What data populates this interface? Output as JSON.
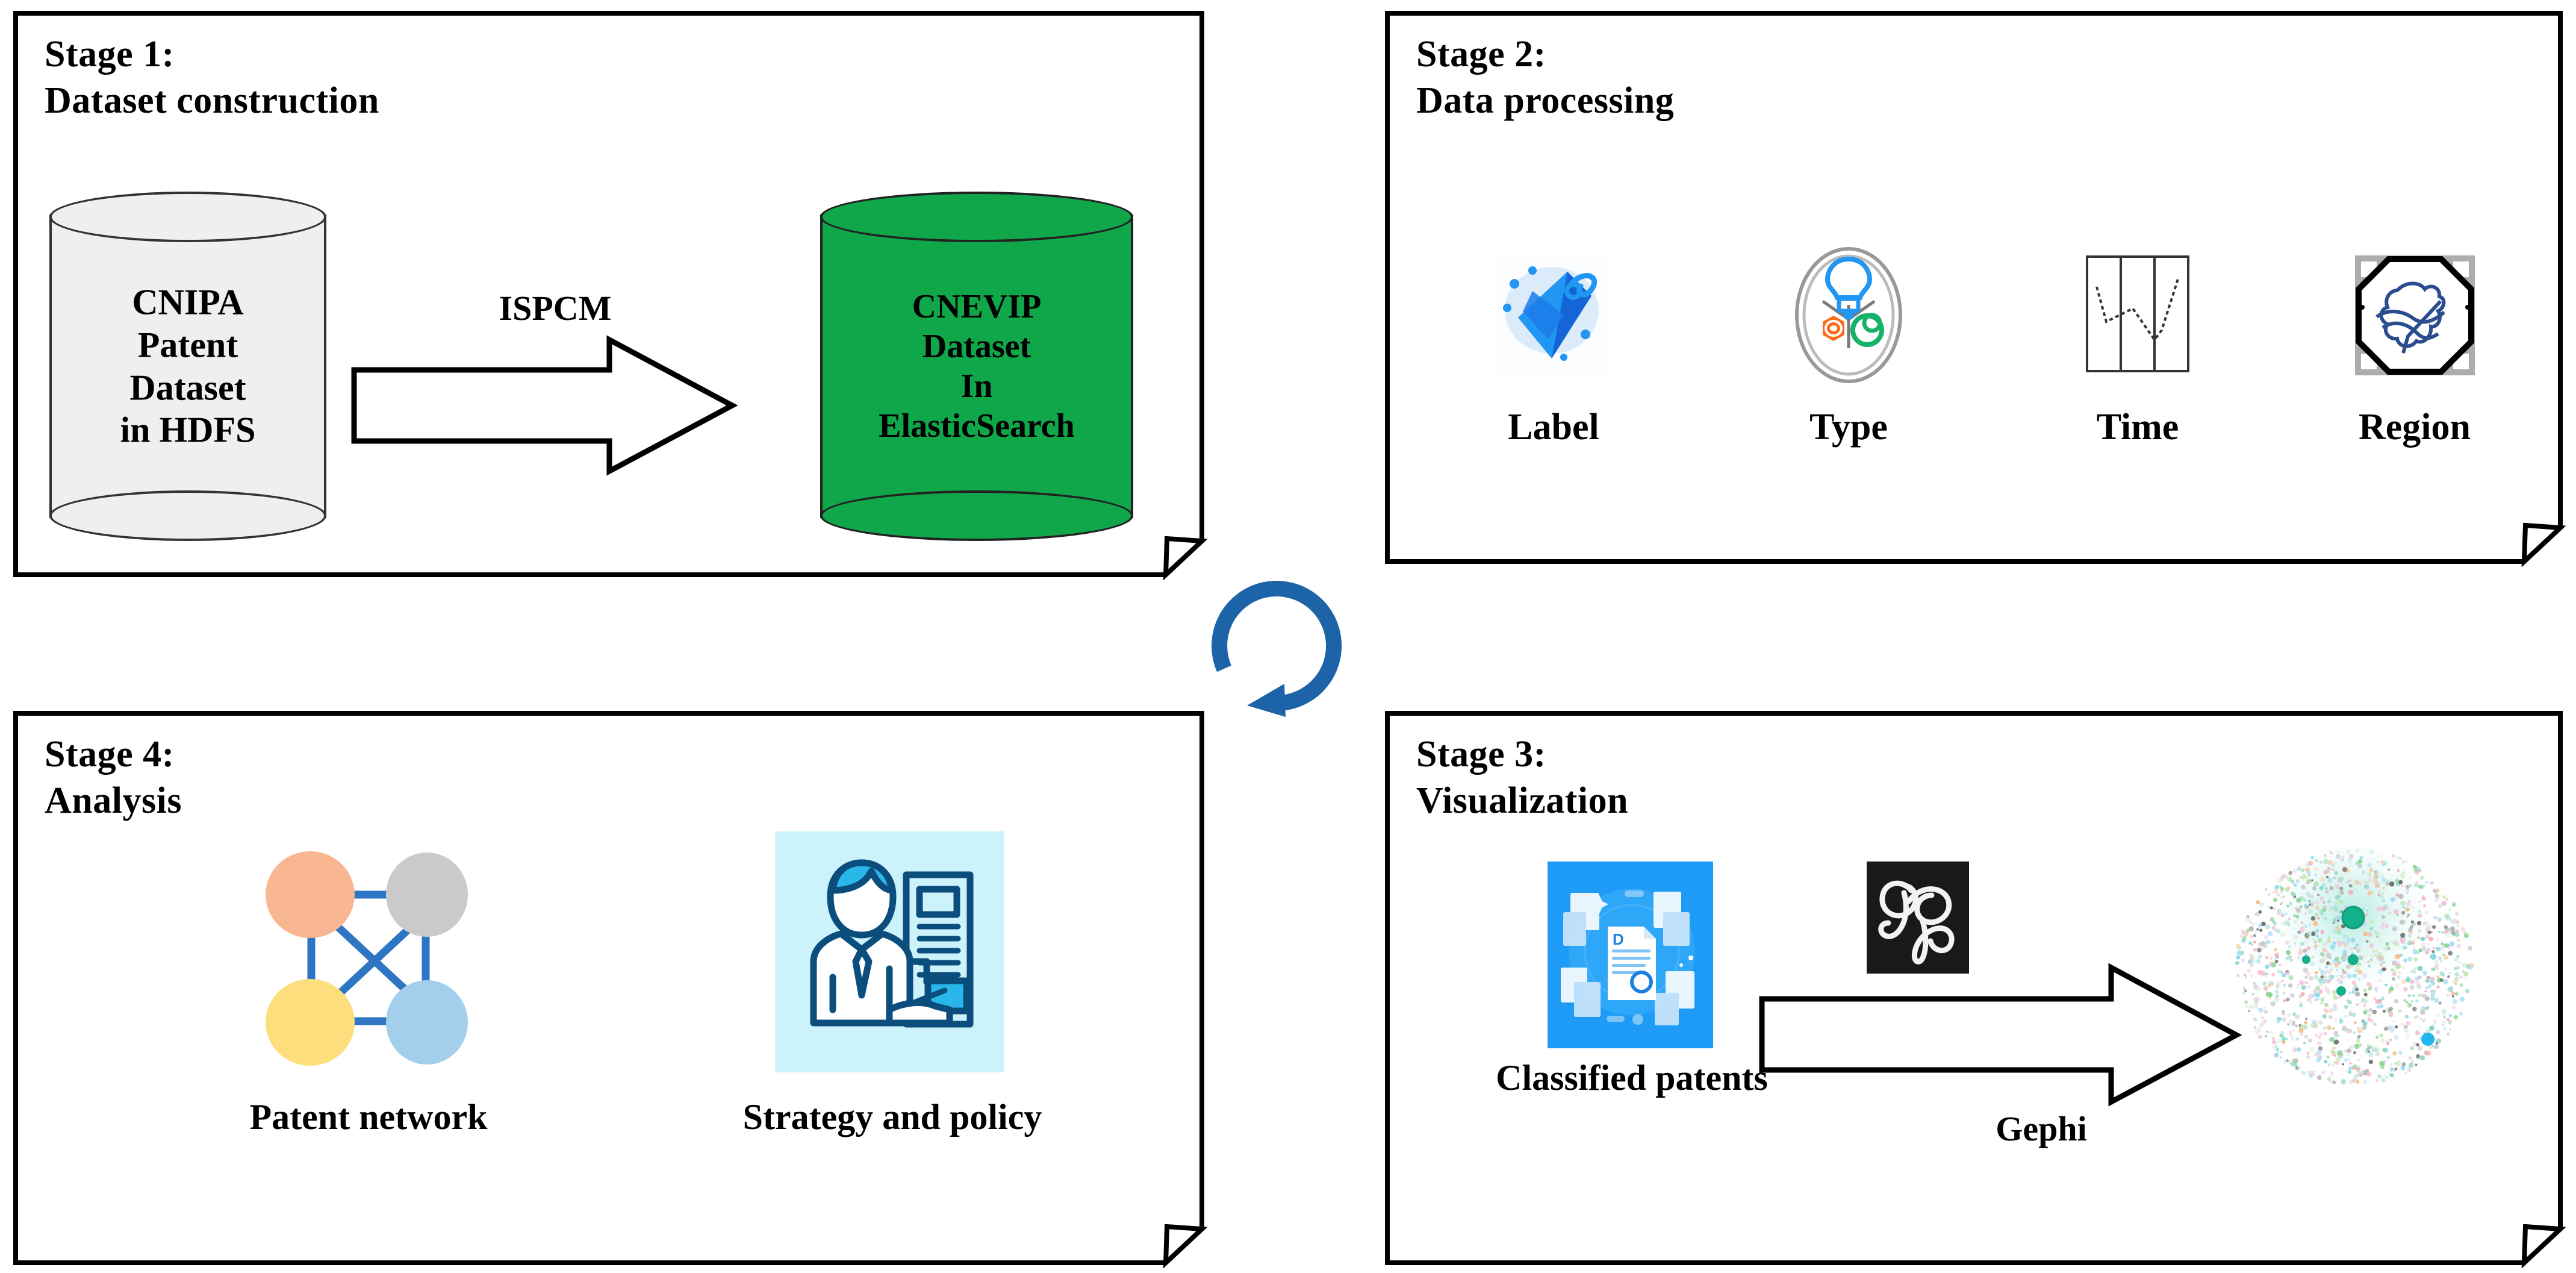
{
  "figure": {
    "type": "four-stage-pipeline-diagram",
    "background": "#ffffff",
    "accent_blue": "#1C63A8",
    "cylinder_green": "#10A64A",
    "cylinder_gray": "#EFEFEF"
  },
  "stages": [
    {
      "id": "stage1",
      "title": "Stage 1:\nDataset construction",
      "source_db": "CNIPA\nPatent\nDataset\nin HDFS",
      "target_db": "CNEVIP\nDataset\nIn\nElasticSearch",
      "arrow_label": "ISPCM",
      "source_color": "#EFEFEF",
      "target_color": "#10A64A"
    },
    {
      "id": "stage2",
      "title": "Stage 2:\nData processing",
      "facets": [
        {
          "icon": "price-tag-icon",
          "label": "Label"
        },
        {
          "icon": "lightbulb-type-icon",
          "label": "Type"
        },
        {
          "icon": "timeline-chart-icon",
          "label": "Time"
        },
        {
          "icon": "region-map-icon",
          "label": "Region"
        }
      ]
    },
    {
      "id": "stage3",
      "title": "Stage 3:\nVisualization",
      "input_caption": "Classified patents",
      "tool_label": "Gephi",
      "tool_logo_glyph": "G",
      "arrow_label": "Gephi",
      "output_icon": "network-graph-icon"
    },
    {
      "id": "stage4",
      "title": "Stage 4:\nAnalysis",
      "items": [
        {
          "icon": "patent-network-icon",
          "label": "Patent network"
        },
        {
          "icon": "strategy-policy-icon",
          "label": "Strategy and policy"
        }
      ],
      "network_node_colors": [
        "#F9B791",
        "#CACACA",
        "#FCDF7C",
        "#A3CEEC"
      ],
      "network_edge_color": "#2E75C4"
    }
  ],
  "cycle_arrow": {
    "name": "clockwise-cycle-arrow",
    "color": "#1C63A8",
    "direction": "clockwise"
  }
}
